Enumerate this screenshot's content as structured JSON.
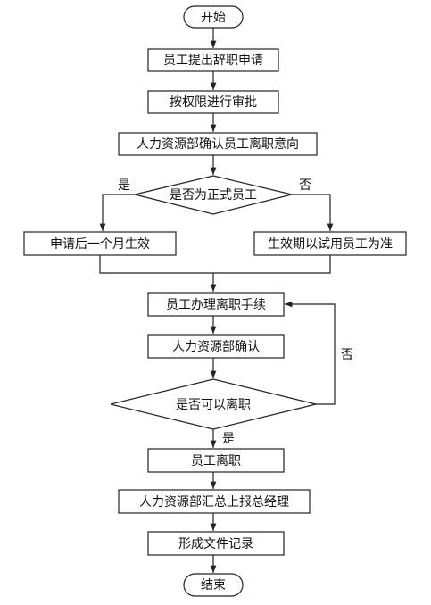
{
  "flowchart": {
    "nodes": {
      "start": "开始",
      "submit": "员工提出辞职申请",
      "approve": "按权限进行审批",
      "hr_confirm_intent": "人力资源部确认员工离职意向",
      "is_formal": "是否为正式员工",
      "formal_rule": "申请后一个月生效",
      "probation_rule": "生效期以试用员工为准",
      "procedures": "员工办理离职手续",
      "hr_confirm": "人力资源部确认",
      "can_leave": "是否可以离职",
      "leave": "员工离职",
      "report": "人力资源部汇总上报总经理",
      "record": "形成文件记录",
      "end": "结束"
    },
    "edge_labels": {
      "formal_yes": "是",
      "formal_no": "否",
      "leave_no": "否",
      "leave_yes": "是"
    }
  }
}
